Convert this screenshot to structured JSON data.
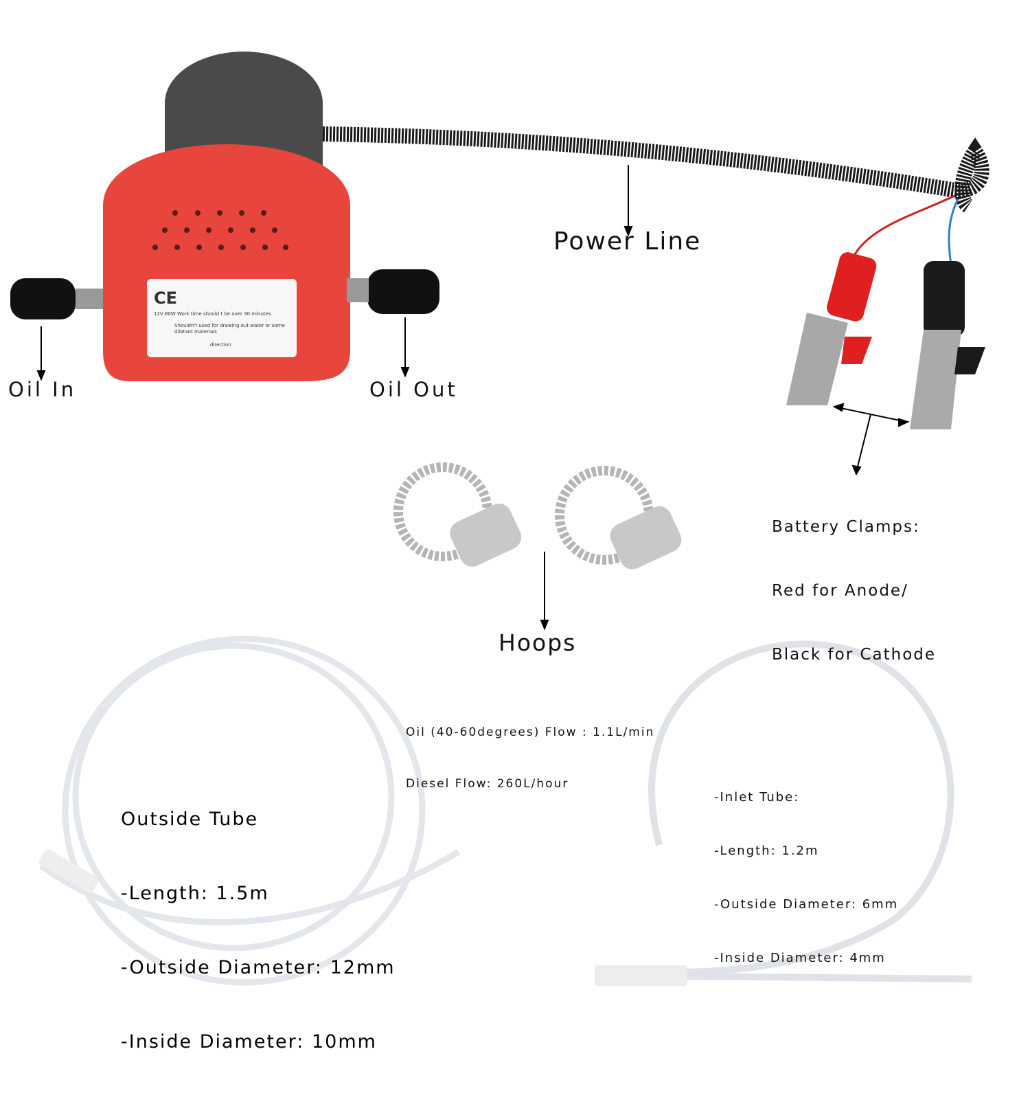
{
  "labels": {
    "power_line": "Power Line",
    "oil_in": "Oil In",
    "oil_out": "Oil Out",
    "battery_clamps": [
      "Battery Clamps:",
      "Red for Anode/",
      "Black for Cathode"
    ],
    "hoops": "Hoops",
    "flow": [
      "Oil (40-60degrees) Flow : 1.1L/min",
      "Diesel Flow: 260L/hour"
    ],
    "outside_tube": [
      "Outside Tube",
      "-Length: 1.5m",
      "-Outside Diameter: 12mm",
      "-Inside Diameter: 10mm"
    ],
    "inlet_tube": [
      "-Inlet Tube:",
      "-Length: 1.2m",
      "-Outside Diameter: 6mm",
      "-Inside Diameter: 4mm"
    ]
  },
  "pump_label": {
    "mark": "CE",
    "spec": "12V 80W Work time should t be over 30 minutes",
    "warning": "Shouldn't used for drawing out water or some dilatant materials",
    "direction": "direction"
  },
  "colors": {
    "pump_red": "#e8453c",
    "pump_body": "#4a4a4a",
    "clamp_red": "#e02020",
    "clamp_black": "#1a1a1a"
  }
}
